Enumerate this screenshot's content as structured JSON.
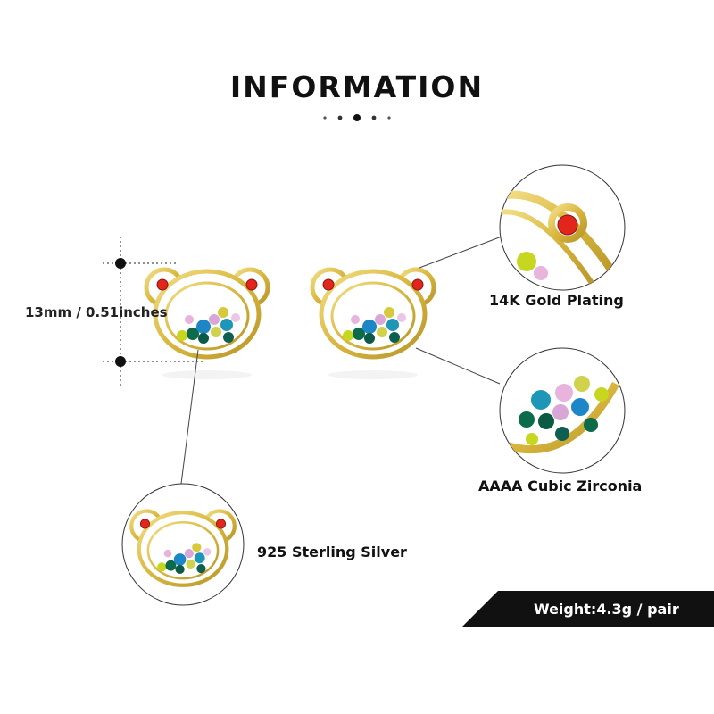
{
  "header": {
    "title": "INFORMATION"
  },
  "dimension": {
    "label": "13mm / 0.51inches"
  },
  "callouts": {
    "plating": "14K Gold Plating",
    "zirconia": "AAAA Cubic Zirconia",
    "silver": "925 Sterling Silver"
  },
  "weight": {
    "label": "Weight:4.3g / pair"
  },
  "colors": {
    "gold": "#e0c24a",
    "gold_dark": "#b8962a",
    "ruby": "#e3261c",
    "banner": "#111111"
  }
}
